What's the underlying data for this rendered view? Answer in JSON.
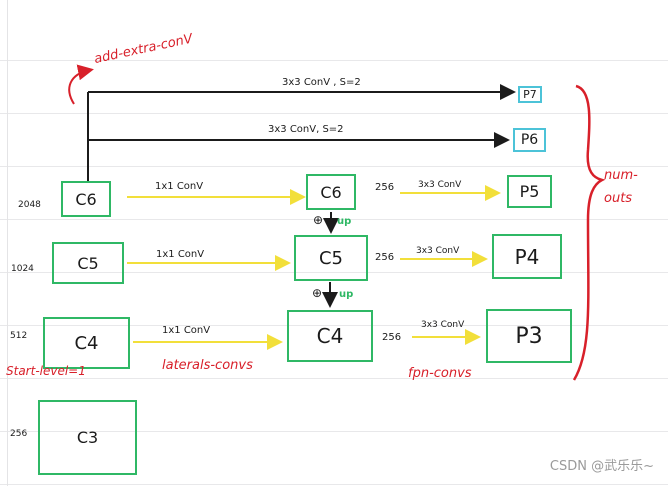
{
  "nodes": {
    "c6_in": "C6",
    "c5_in": "C5",
    "c4_in": "C4",
    "c3_in": "C3",
    "c6_mid": "C6",
    "c5_mid": "C5",
    "c4_mid": "C4",
    "p7": "P7",
    "p6": "P6",
    "p5": "P5",
    "p4": "P4",
    "p3": "P3"
  },
  "channels": {
    "c6": "2048",
    "c5": "1024",
    "c4": "512",
    "c3": "256",
    "mid_p5": "256",
    "mid_p4": "256",
    "mid_p3": "256"
  },
  "edges": {
    "extra_p7": "3x3 ConV , S=2",
    "extra_p6": "3x3 ConV, S=2",
    "lateral_c6": "1x1 ConV",
    "lateral_c5": "1x1 ConV",
    "lateral_c4": "1x1 ConV",
    "fpn_p5": "3x3 ConV",
    "fpn_p4": "3x3 ConV",
    "fpn_p3": "3x3 ConV",
    "up_1": "up",
    "up_2": "up",
    "plus_1": "⊕",
    "plus_2": "⊕"
  },
  "annotations": {
    "add_extra_conv": "add-extra-conV",
    "start_level": "Start-level=1",
    "laterals_convs": "laterals-convs",
    "fpn_convs": "fpn-convs",
    "num_outs_1": "num-",
    "num_outs_2": "outs"
  },
  "watermark": "CSDN @武乐乐~",
  "colors": {
    "box": "#2fb865",
    "box_cyan": "#4cc3d8",
    "lateral_arrow": "#f2df3a",
    "black_arrow": "#1b1b1b",
    "annotation": "#d8202a"
  }
}
